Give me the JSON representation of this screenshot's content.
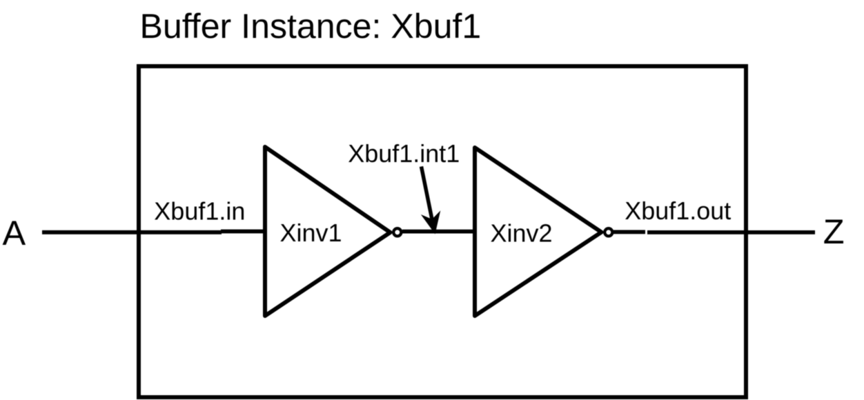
{
  "diagram": {
    "title": "Buffer Instance: Xbuf1",
    "background_color": "#ffffff",
    "ink_color": "#000000",
    "ports": {
      "input": "A",
      "output": "Z"
    },
    "instances": [
      {
        "label": "Xinv1",
        "type": "inverter"
      },
      {
        "label": "Xinv2",
        "type": "inverter"
      }
    ],
    "nets": {
      "input": "Xbuf1.in",
      "internal": "Xbuf1.int1",
      "output": "Xbuf1.out"
    }
  }
}
